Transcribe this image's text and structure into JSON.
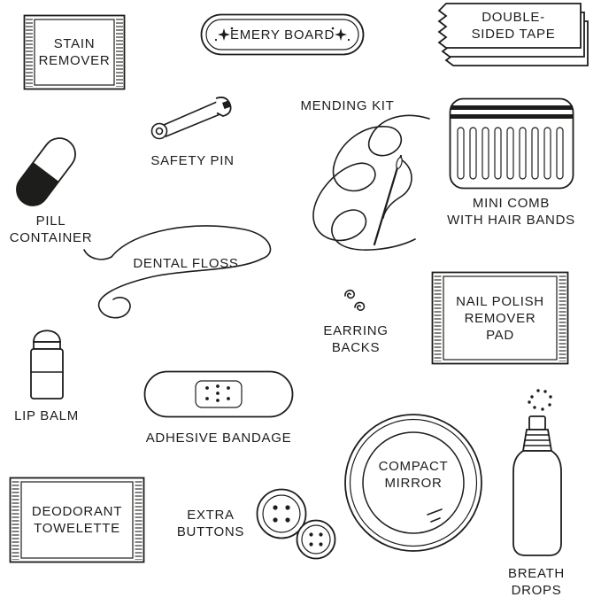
{
  "colors": {
    "ink": "#1d1d1b",
    "paper": "#ffffff"
  },
  "icons": {
    "stain_remover": "hatched-packet",
    "emery_board": "rounded-board-with-sparkles",
    "double_sided_tape": "zigzag-sheet-stack",
    "safety_pin": "safety-pin",
    "mending_kit": "needle-and-thread",
    "mini_comb": "comb-with-hair-bands",
    "pill_container": "capsule-half-filled",
    "dental_floss": "floss-strand",
    "earring_backs": "two-spiral-backs",
    "nail_polish_pad": "hatched-packet",
    "lip_balm": "balm-tube",
    "adhesive_bandage": "bandage-with-dotted-pad",
    "compact_mirror": "double-ring-mirror",
    "extra_buttons": "two-four-hole-buttons",
    "deodorant_towelette": "hatched-packet",
    "breath_drops": "dropper-bottle-with-dots"
  },
  "items": {
    "stain_remover": {
      "lines": [
        "STAIN",
        "REMOVER"
      ]
    },
    "emery_board": {
      "lines": [
        "EMERY BOARD"
      ]
    },
    "double_sided_tape": {
      "lines": [
        "DOUBLE-",
        "SIDED TAPE"
      ]
    },
    "safety_pin": {
      "lines": [
        "SAFETY PIN"
      ]
    },
    "mending_kit": {
      "lines": [
        "MENDING KIT"
      ]
    },
    "mini_comb": {
      "lines": [
        "MINI COMB",
        "WITH HAIR BANDS"
      ]
    },
    "pill_container": {
      "lines": [
        "PILL",
        "CONTAINER"
      ]
    },
    "dental_floss": {
      "lines": [
        "DENTAL FLOSS"
      ]
    },
    "earring_backs": {
      "lines": [
        "EARRING",
        "BACKS"
      ]
    },
    "nail_polish_pad": {
      "lines": [
        "NAIL POLISH",
        "REMOVER",
        "PAD"
      ]
    },
    "lip_balm": {
      "lines": [
        "LIP BALM"
      ]
    },
    "adhesive_bandage": {
      "lines": [
        "ADHESIVE BANDAGE"
      ]
    },
    "compact_mirror": {
      "lines": [
        "COMPACT",
        "MIRROR"
      ]
    },
    "extra_buttons": {
      "lines": [
        "EXTRA",
        "BUTTONS"
      ]
    },
    "deodorant_towelette": {
      "lines": [
        "DEODORANT",
        "TOWELETTE"
      ]
    },
    "breath_drops": {
      "lines": [
        "BREATH",
        "DROPS"
      ]
    }
  }
}
